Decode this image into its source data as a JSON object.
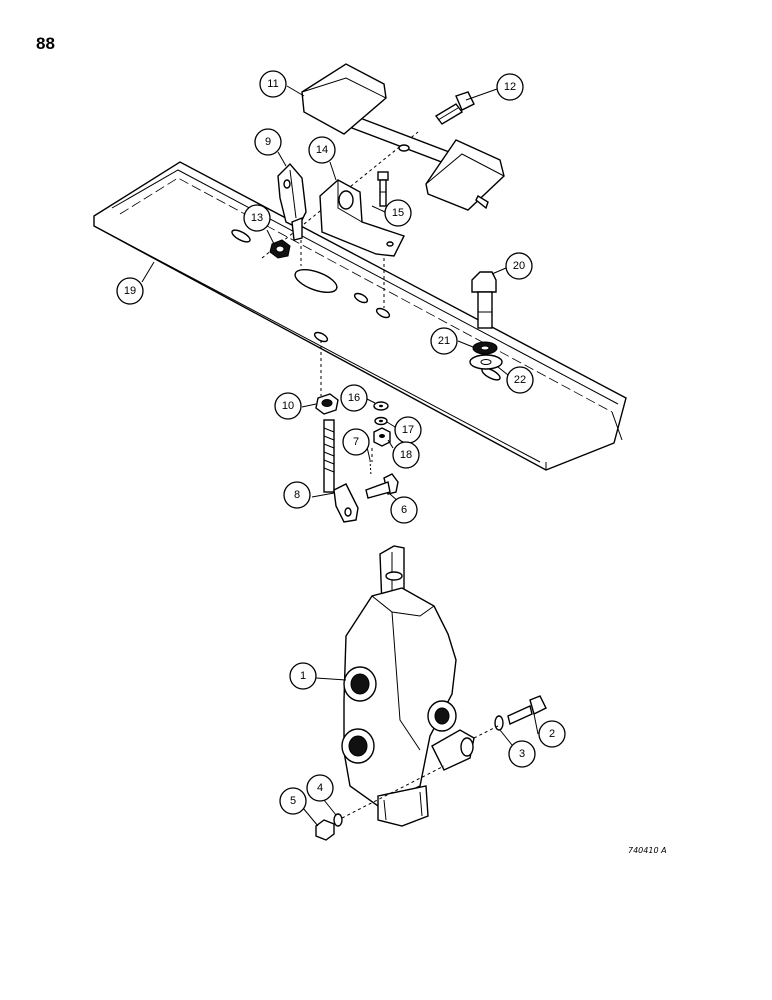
{
  "page": {
    "number": "88",
    "figure_code": "740410 A"
  },
  "callouts": [
    {
      "id": "c1",
      "label": "1"
    },
    {
      "id": "c2",
      "label": "2"
    },
    {
      "id": "c3",
      "label": "3"
    },
    {
      "id": "c4",
      "label": "4"
    },
    {
      "id": "c5",
      "label": "5"
    },
    {
      "id": "c6",
      "label": "6"
    },
    {
      "id": "c7",
      "label": "7"
    },
    {
      "id": "c8",
      "label": "8"
    },
    {
      "id": "c9",
      "label": "9"
    },
    {
      "id": "c10",
      "label": "10"
    },
    {
      "id": "c11",
      "label": "11"
    },
    {
      "id": "c12",
      "label": "12"
    },
    {
      "id": "c13",
      "label": "13"
    },
    {
      "id": "c14",
      "label": "14"
    },
    {
      "id": "c15",
      "label": "15"
    },
    {
      "id": "c16",
      "label": "16"
    },
    {
      "id": "c17",
      "label": "17"
    },
    {
      "id": "c18",
      "label": "18"
    },
    {
      "id": "c19",
      "label": "19"
    },
    {
      "id": "c20",
      "label": "20"
    },
    {
      "id": "c21",
      "label": "21"
    },
    {
      "id": "c22",
      "label": "22"
    }
  ]
}
